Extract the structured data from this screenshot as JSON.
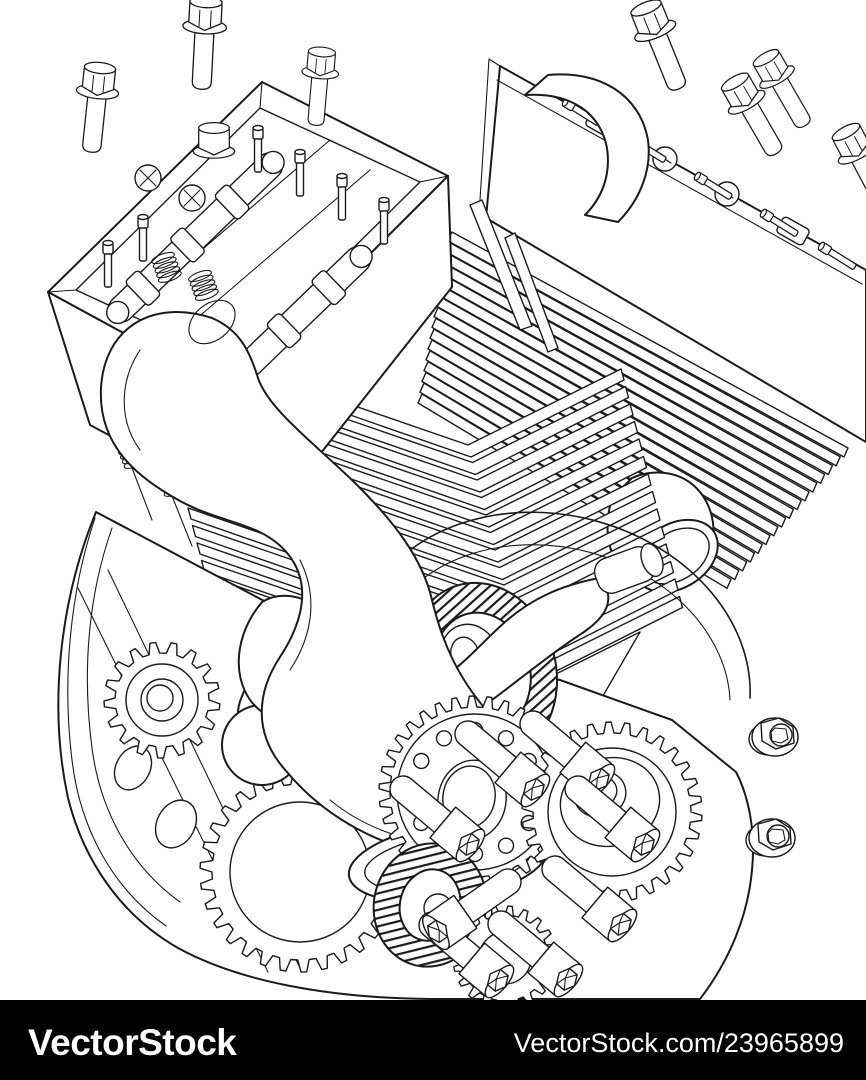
{
  "page": {
    "background": "#ffffff"
  },
  "illustration": {
    "kind": "technical-line-drawing",
    "subject": "Motorcycle V-twin engine exploded wireframe: cylinder heads, cooling fins, rocker gear, timing gears and loose fasteners",
    "line_color": "#1b1b1b",
    "fill_color": "#ffffff",
    "parts": [
      "cylinder-head-box",
      "rocker-rails",
      "valve-springs",
      "head-studs",
      "front-cylinder-fins",
      "right-cylinder-fins",
      "right-head-plate",
      "right-rocker-shaft",
      "exhaust-pipe",
      "intake-trumpet",
      "exhaust-port-stub",
      "crankcase-cover",
      "flywheel-arc",
      "crank-webs",
      "helical-pinion-gear",
      "left-spur-gear",
      "lower-ring-gear",
      "cam-gear-left",
      "cam-gear-right",
      "idler-gear",
      "bottom-helical-gear",
      "bottom-spur-gear",
      "hex-bolts",
      "socket-head-bolts",
      "flange-nuts"
    ]
  },
  "watermark": {
    "bar_background": "#000000",
    "text_color": "#ffffff",
    "logo_text": "VectorStock",
    "image_reference": "VectorStock.com/23965899"
  }
}
